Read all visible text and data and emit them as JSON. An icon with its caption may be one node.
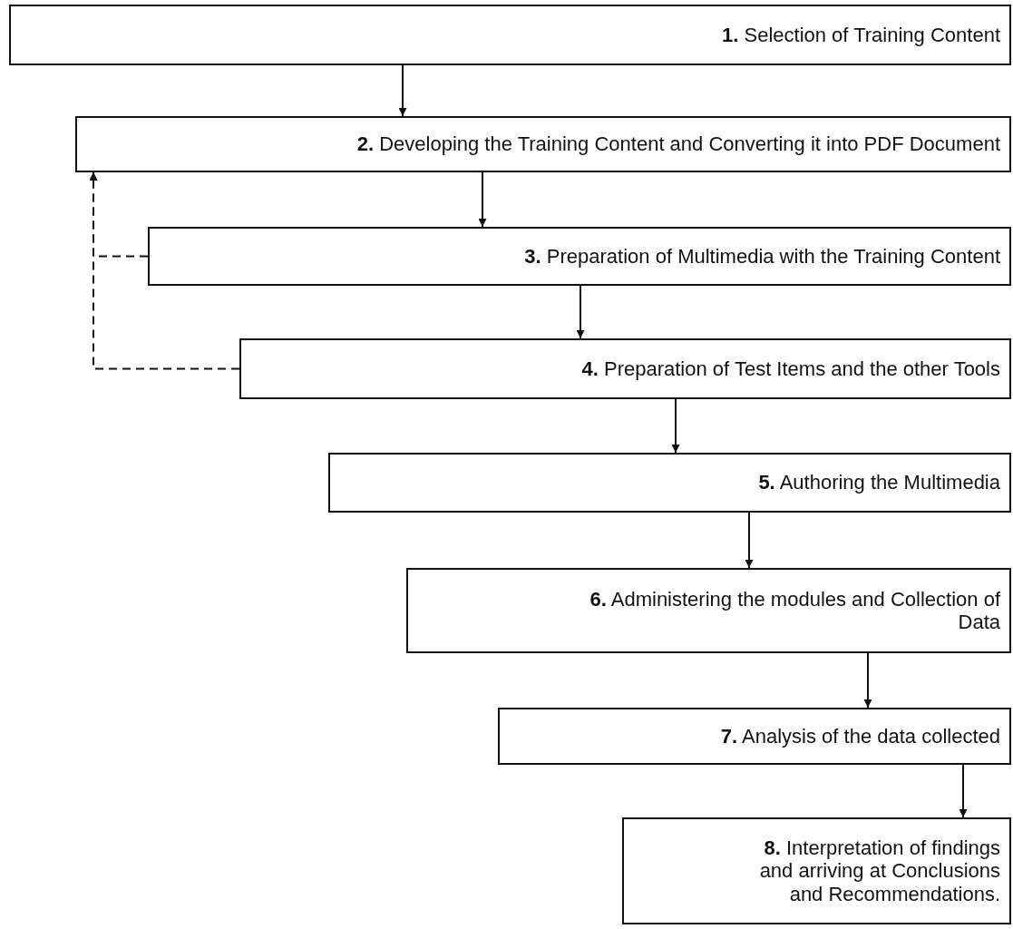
{
  "diagram": {
    "nodes": [
      {
        "text": [
          "**1.** Selection of Training Content"
        ]
      },
      {
        "text": [
          "**2.** Developing the Training Content and Converting it into PDF Document"
        ]
      },
      {
        "text": [
          "**3.** Preparation of Multimedia with the Training Content"
        ]
      },
      {
        "text": [
          "**4.** Preparation of Test Items and the other Tools"
        ]
      },
      {
        "text": [
          "**5.** Authoring the Multimedia"
        ]
      },
      {
        "text": [
          "**6.** Administering the modules and Collection of Data"
        ]
      },
      {
        "text": [
          "**7.** Analysis of the data collected"
        ]
      },
      {
        "text": [
          "**8.** Interpretation of findings and arriving at Conclusions and Recommendations."
        ]
      }
    ],
    "edges": [
      {
        "from": 0,
        "to": 1,
        "arrow": "to"
      },
      {
        "from": 1,
        "to": 2,
        "arrow": "to"
      },
      {
        "from": 2,
        "to": 3,
        "arrow": "to"
      },
      {
        "from": 3,
        "to": 4,
        "arrow": "to"
      },
      {
        "from": 4,
        "to": 5,
        "arrow": "to"
      },
      {
        "from": 5,
        "to": 6,
        "arrow": "to"
      },
      {
        "from": 6,
        "to": 7,
        "arrow": "to"
      },
      {
        "from": 2,
        "to": 1,
        "arrow": "to",
        "style": "dashed"
      },
      {
        "from": 3,
        "to": 1,
        "arrow": "to",
        "style": "dashed"
      }
    ]
  }
}
